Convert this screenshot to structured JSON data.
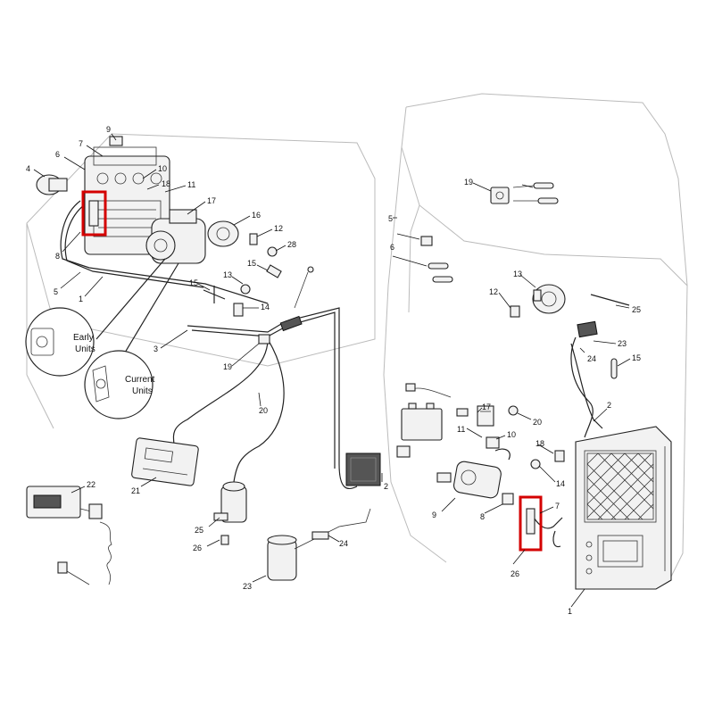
{
  "left_diagram": {
    "callouts": [
      "9",
      "7",
      "6",
      "4",
      "10",
      "18",
      "11",
      "17",
      "16",
      "12",
      "28",
      "15",
      "13",
      "15",
      "14",
      "8",
      "5",
      "1",
      "3",
      "19",
      "20",
      "21",
      "22",
      "25",
      "26",
      "24",
      "23",
      "2"
    ],
    "insets": {
      "early_line1": "Early",
      "early_line2": "Units",
      "current_line1": "Current",
      "current_line2": "Units"
    }
  },
  "right_diagram": {
    "callouts": [
      "19",
      "5",
      "6",
      "13",
      "12",
      "25",
      "23",
      "24",
      "15",
      "20",
      "17",
      "11",
      "10",
      "18",
      "9",
      "8",
      "7",
      "14",
      "26",
      "2",
      "1"
    ]
  },
  "highlight_color": "#d40000"
}
